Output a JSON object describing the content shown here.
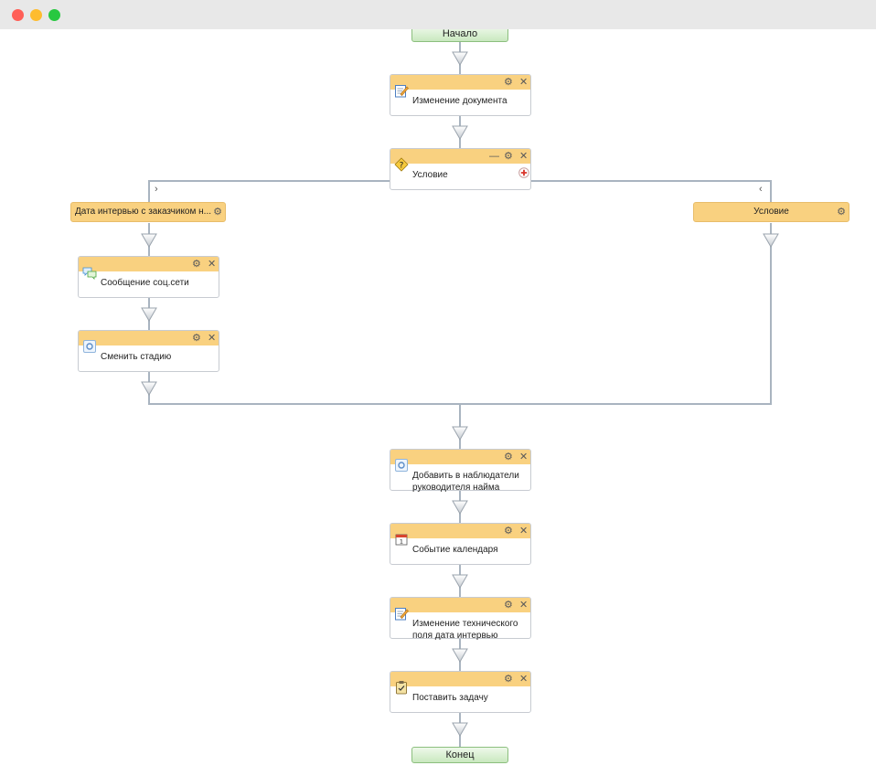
{
  "window": {
    "traffic_lights": [
      {
        "name": "close",
        "color": "#ff5f57"
      },
      {
        "name": "minimize",
        "color": "#febc2e"
      },
      {
        "name": "zoom",
        "color": "#28c840"
      }
    ]
  },
  "controls": {
    "gear": "⚙",
    "close": "✕",
    "minimize": "—",
    "add": "+",
    "expand_right": "›",
    "expand_left": "‹"
  },
  "workflow": {
    "start_label": "Начало",
    "end_label": "Конец",
    "steps": {
      "change_document": "Изменение документа",
      "condition": "Условие",
      "branch_left": "Дата интервью с заказчиком н...",
      "branch_right": "Условие",
      "social_message": "Сообщение соц.сети",
      "change_stage": "Сменить стадию",
      "add_watchers": "Добавить в наблюдатели руководителя найма",
      "calendar_event": "Событие календаря",
      "change_tech_field": "Изменение технического поля дата интервью",
      "set_task": "Поставить задачу"
    }
  },
  "colors": {
    "header": "#f9d180",
    "line": "#a9b4c0",
    "terminal": "#c9e8bf"
  }
}
